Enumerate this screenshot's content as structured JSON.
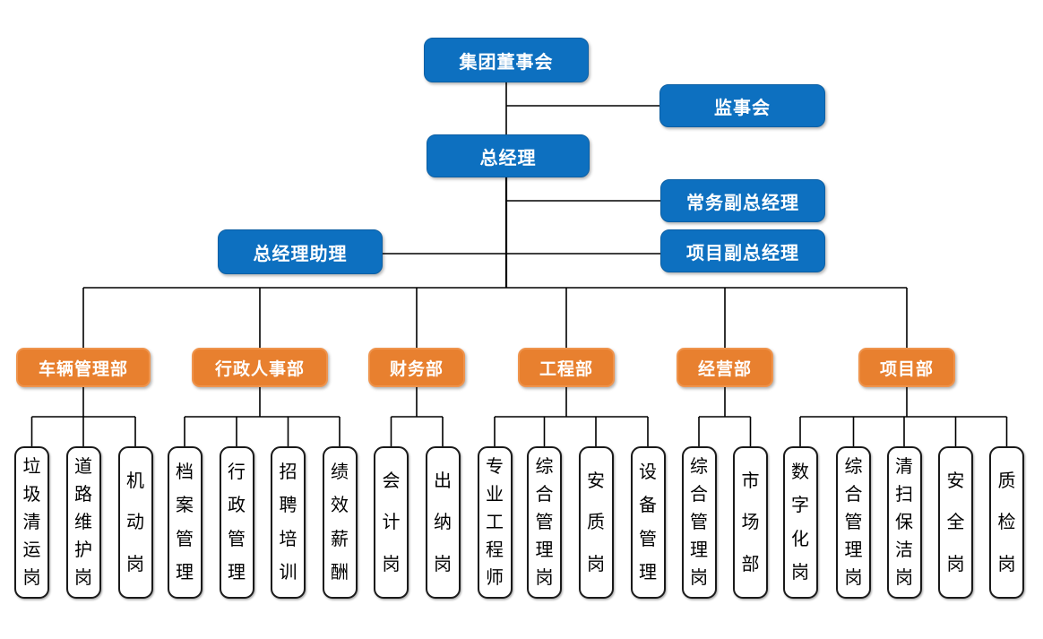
{
  "colors": {
    "node_blue": "#0d70c0",
    "node_orange": "#e8802f",
    "orange_border": "#ef944d",
    "post_border": "#1a1a1a",
    "connector": "#000000",
    "text_on_color": "#ffffff",
    "text_on_white": "#000000"
  },
  "executives": {
    "board": "集团董事会",
    "supervisory_board": "监事会",
    "general_manager": "总经理",
    "executive_deputy_gm": "常务副总经理",
    "gm_assistant": "总经理助理",
    "project_deputy_gm": "项目副总经理"
  },
  "departments": [
    {
      "label": "车辆管理部",
      "posts": [
        "垃圾清运岗",
        "道路维护岗",
        "机动岗"
      ]
    },
    {
      "label": "行政人事部",
      "posts": [
        "档案管理",
        "行政管理",
        "招聘培训",
        "绩效薪酬"
      ]
    },
    {
      "label": "财务部",
      "posts": [
        "会计岗",
        "出纳岗"
      ]
    },
    {
      "label": "工程部",
      "posts": [
        "专业工程师",
        "综合管理岗",
        "安质岗",
        "设备管理"
      ]
    },
    {
      "label": "经营部",
      "posts": [
        "综合管理岗",
        "市场部"
      ]
    },
    {
      "label": "项目部",
      "posts": [
        "数字化岗",
        "综合管理岗",
        "清扫保洁岗",
        "安全岗",
        "质检岗"
      ]
    }
  ]
}
